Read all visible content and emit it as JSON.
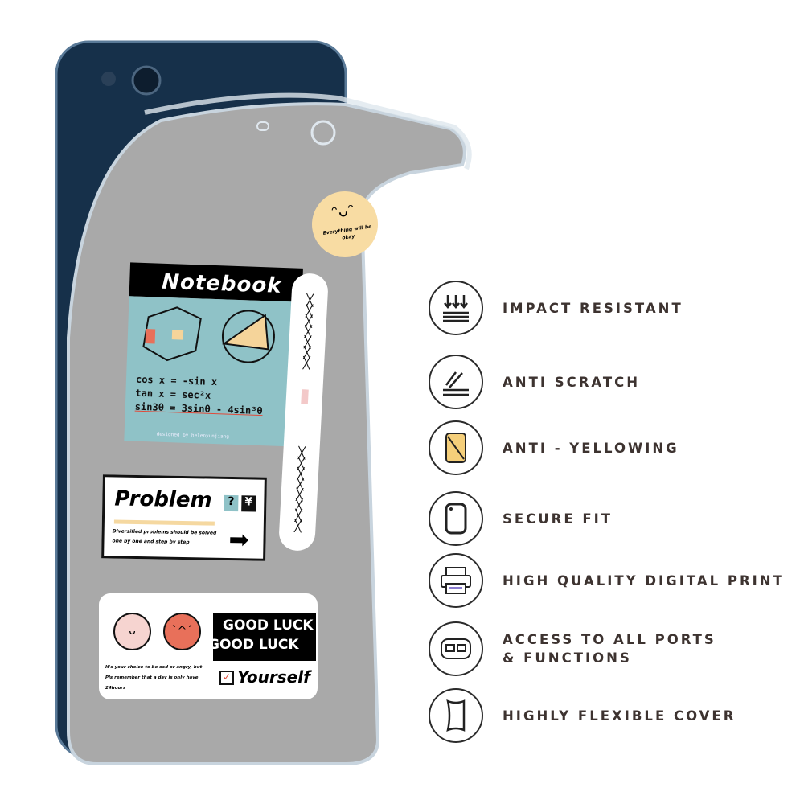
{
  "stickers": {
    "smile": {
      "text": "Everything will be okay"
    },
    "notebook": {
      "title": "Notebook",
      "equations": [
        "cos x = -sin x",
        "tan x = sec²x",
        "sin3θ = 3sinθ - 4sin³θ"
      ],
      "credit": "designed by helenyunjiang"
    },
    "problem": {
      "title": "Problem",
      "q": "?",
      "yen": "¥",
      "text": "Diversified problems should be solved one by one and step by step"
    },
    "goodluck": {
      "line1": "GOOD LUCK",
      "line2": "GOOD LUCK",
      "text": "It's your choice to be sad or angry, but Pls remember that a day is only have 24hours",
      "yourself": "Yourself"
    }
  },
  "features": [
    {
      "icon": "impact-icon",
      "label": "IMPACT RESISTANT"
    },
    {
      "icon": "scratch-icon",
      "label": "ANTI SCRATCH"
    },
    {
      "icon": "yellowing-icon",
      "label": "ANTI - YELLOWING"
    },
    {
      "icon": "secure-fit-icon",
      "label": "SECURE FIT"
    },
    {
      "icon": "printer-icon",
      "label": "HIGH QUALITY DIGITAL PRINT"
    },
    {
      "icon": "ports-icon",
      "label": "ACCESS TO ALL PORTS\n& FUNCTIONS"
    },
    {
      "icon": "flexible-cover-icon",
      "label": "HIGHLY FLEXIBLE COVER"
    }
  ],
  "colors": {
    "phone": "#16304a",
    "case": "#a9a9a9",
    "text": "#3d3330",
    "accent_yellow": "#f5cf7a"
  }
}
